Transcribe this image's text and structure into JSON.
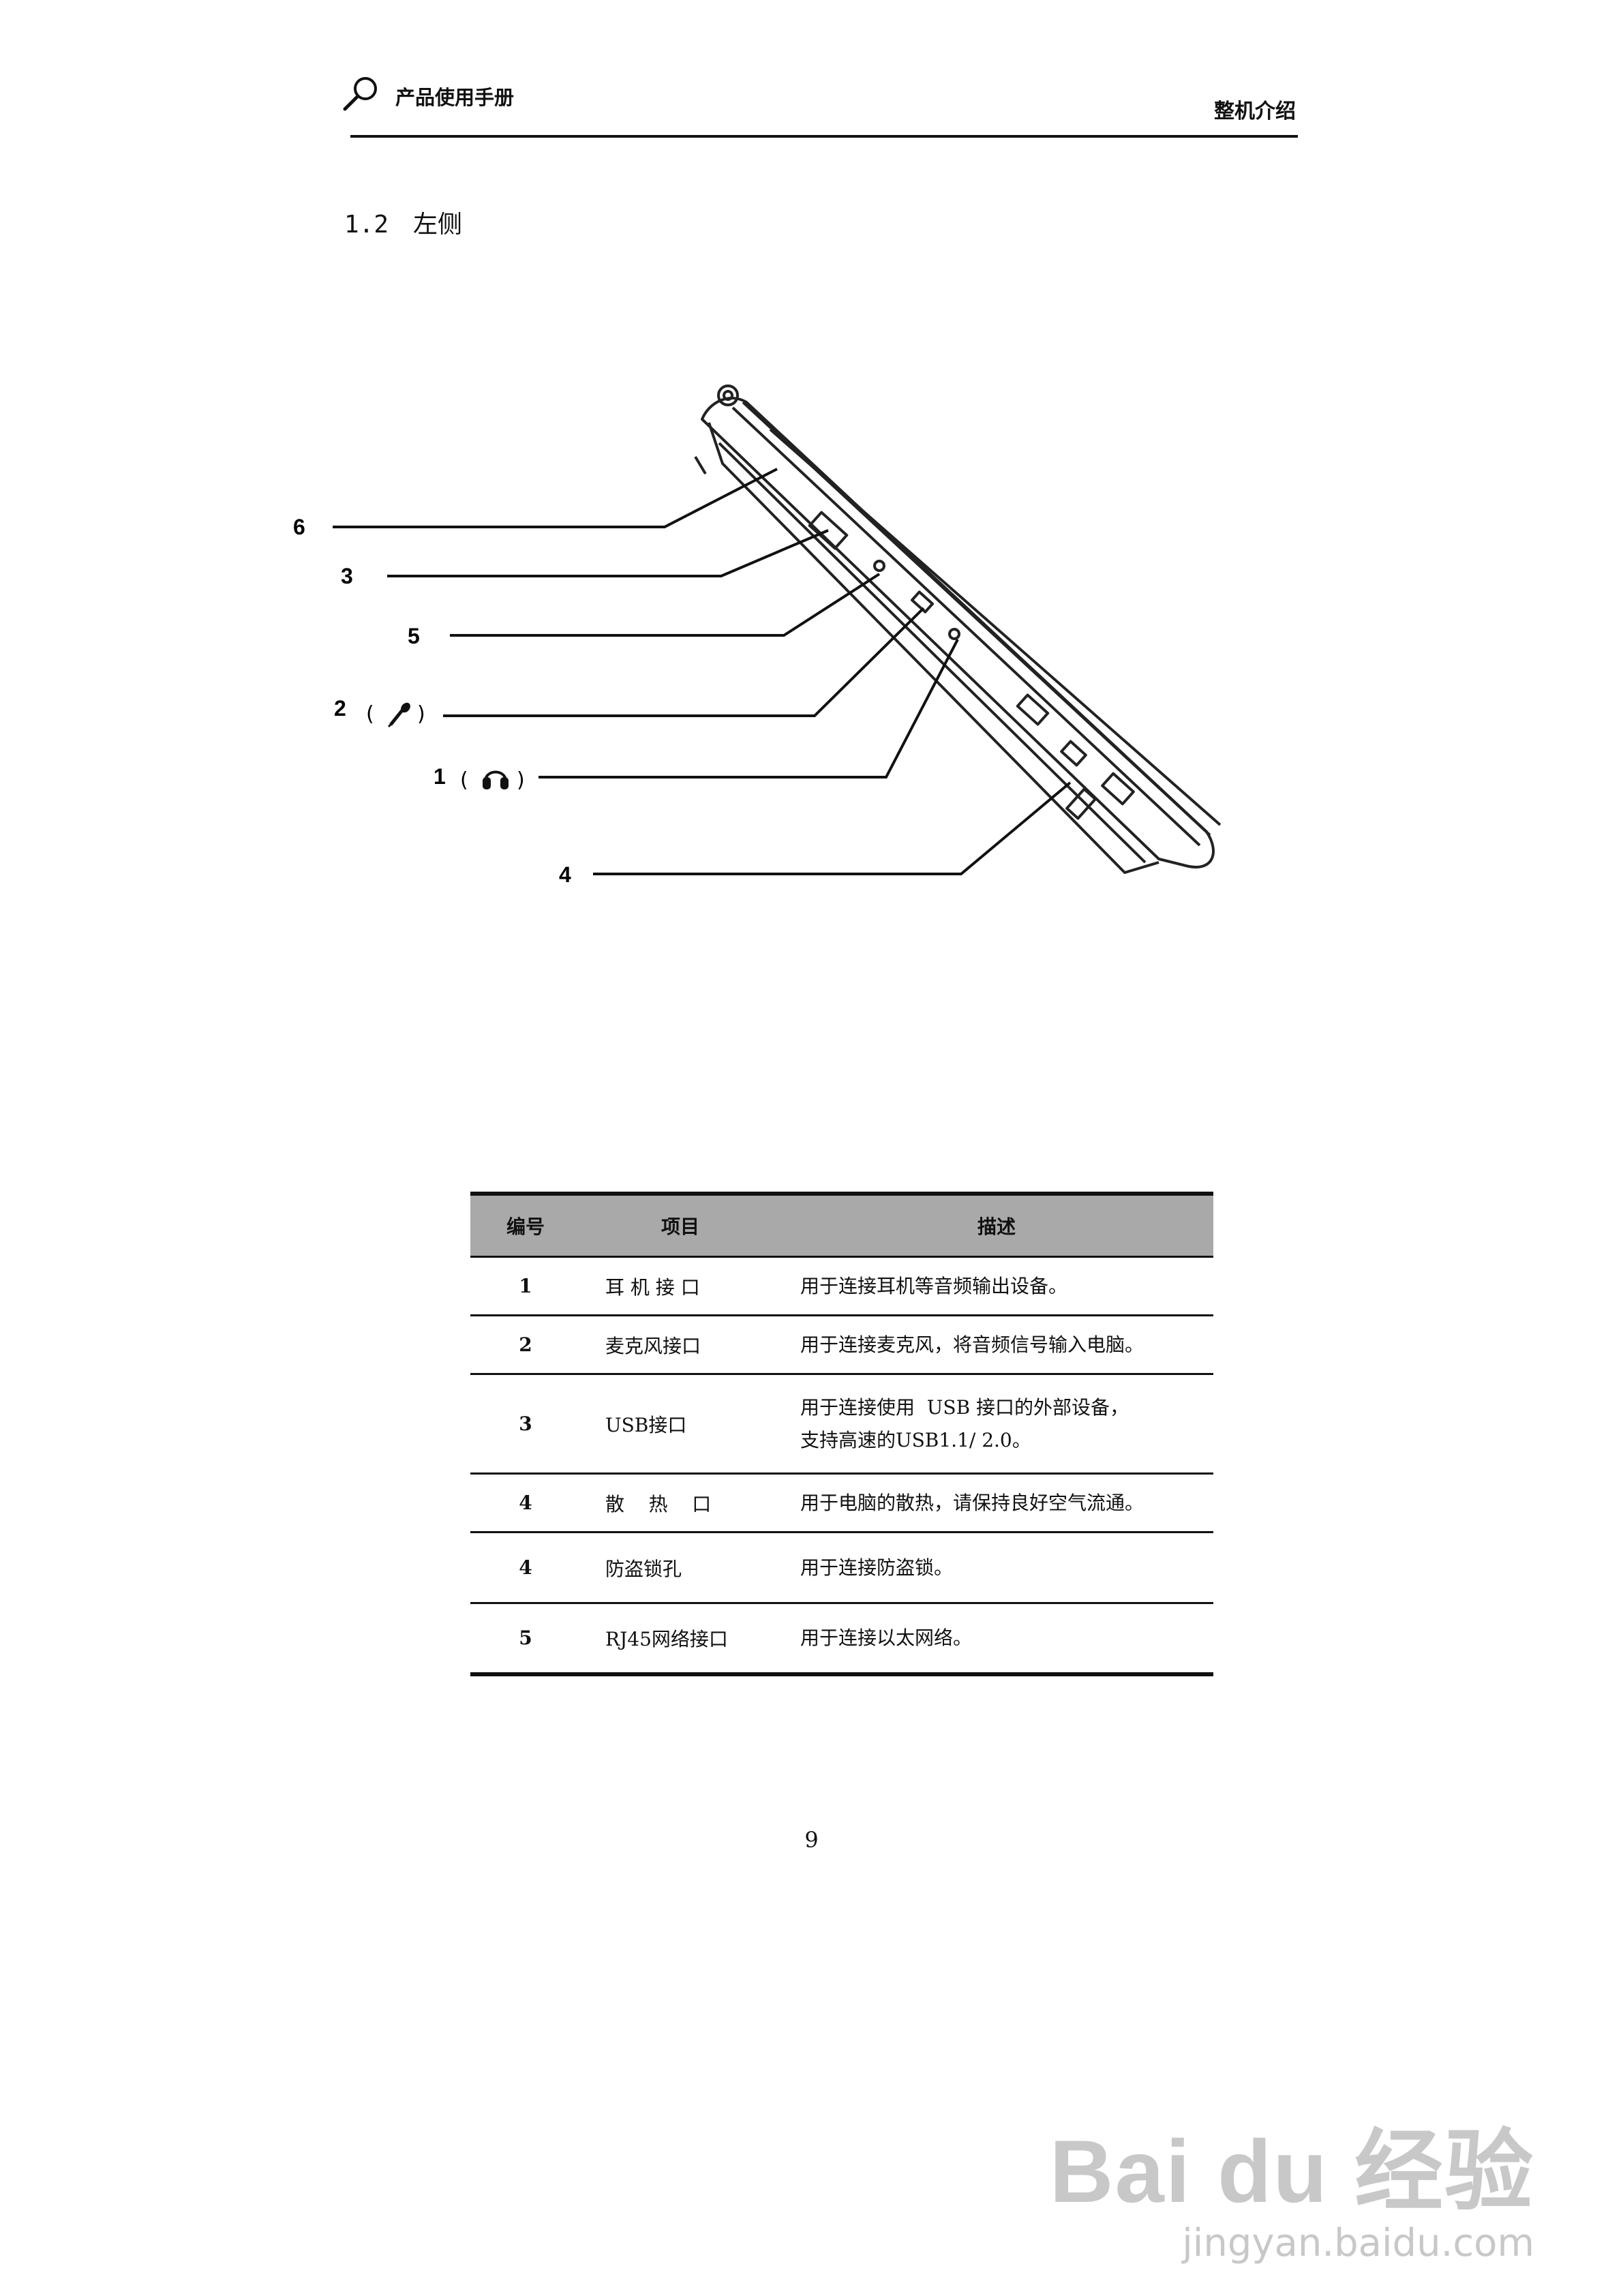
{
  "header": {
    "left_title": "产品使用手册",
    "right_title": "整机介绍"
  },
  "section": {
    "number": "1.2",
    "title": "左侧"
  },
  "callouts": [
    {
      "label": "6"
    },
    {
      "label": "3"
    },
    {
      "label": "5"
    },
    {
      "label": "2",
      "symbol": "microphone-icon"
    },
    {
      "label": "1",
      "symbol": "headphone-icon"
    },
    {
      "label": "4"
    }
  ],
  "table": {
    "headers": [
      "编号",
      "项目",
      "描述"
    ],
    "rows": [
      {
        "num": "1",
        "item": "耳 机 接 口",
        "desc": [
          "用于连接耳机等音频输出设备。"
        ]
      },
      {
        "num": "2",
        "item": "麦克风接口",
        "desc": [
          "用于连接麦克风，将音频信号输入电脑。"
        ]
      },
      {
        "num": "3",
        "item": "USB接口",
        "desc": [
          "用于连接使用  USB 接口的外部设备，",
          "支持高速的USB1.1/ 2.0。"
        ]
      },
      {
        "num": "4",
        "item": "散    热    口",
        "desc": [
          "用于电脑的散热，请保持良好空气流通。"
        ]
      },
      {
        "num": "4",
        "item": "防盗锁孔",
        "desc": [
          "用于连接防盗锁。"
        ]
      },
      {
        "num": "5",
        "item": "RJ45网络接口",
        "desc": [
          "用于连接以太网络。"
        ]
      }
    ]
  },
  "page_number": "9",
  "watermark": {
    "brand": "Bai du 经验",
    "url": "jingyan.baidu.com"
  }
}
